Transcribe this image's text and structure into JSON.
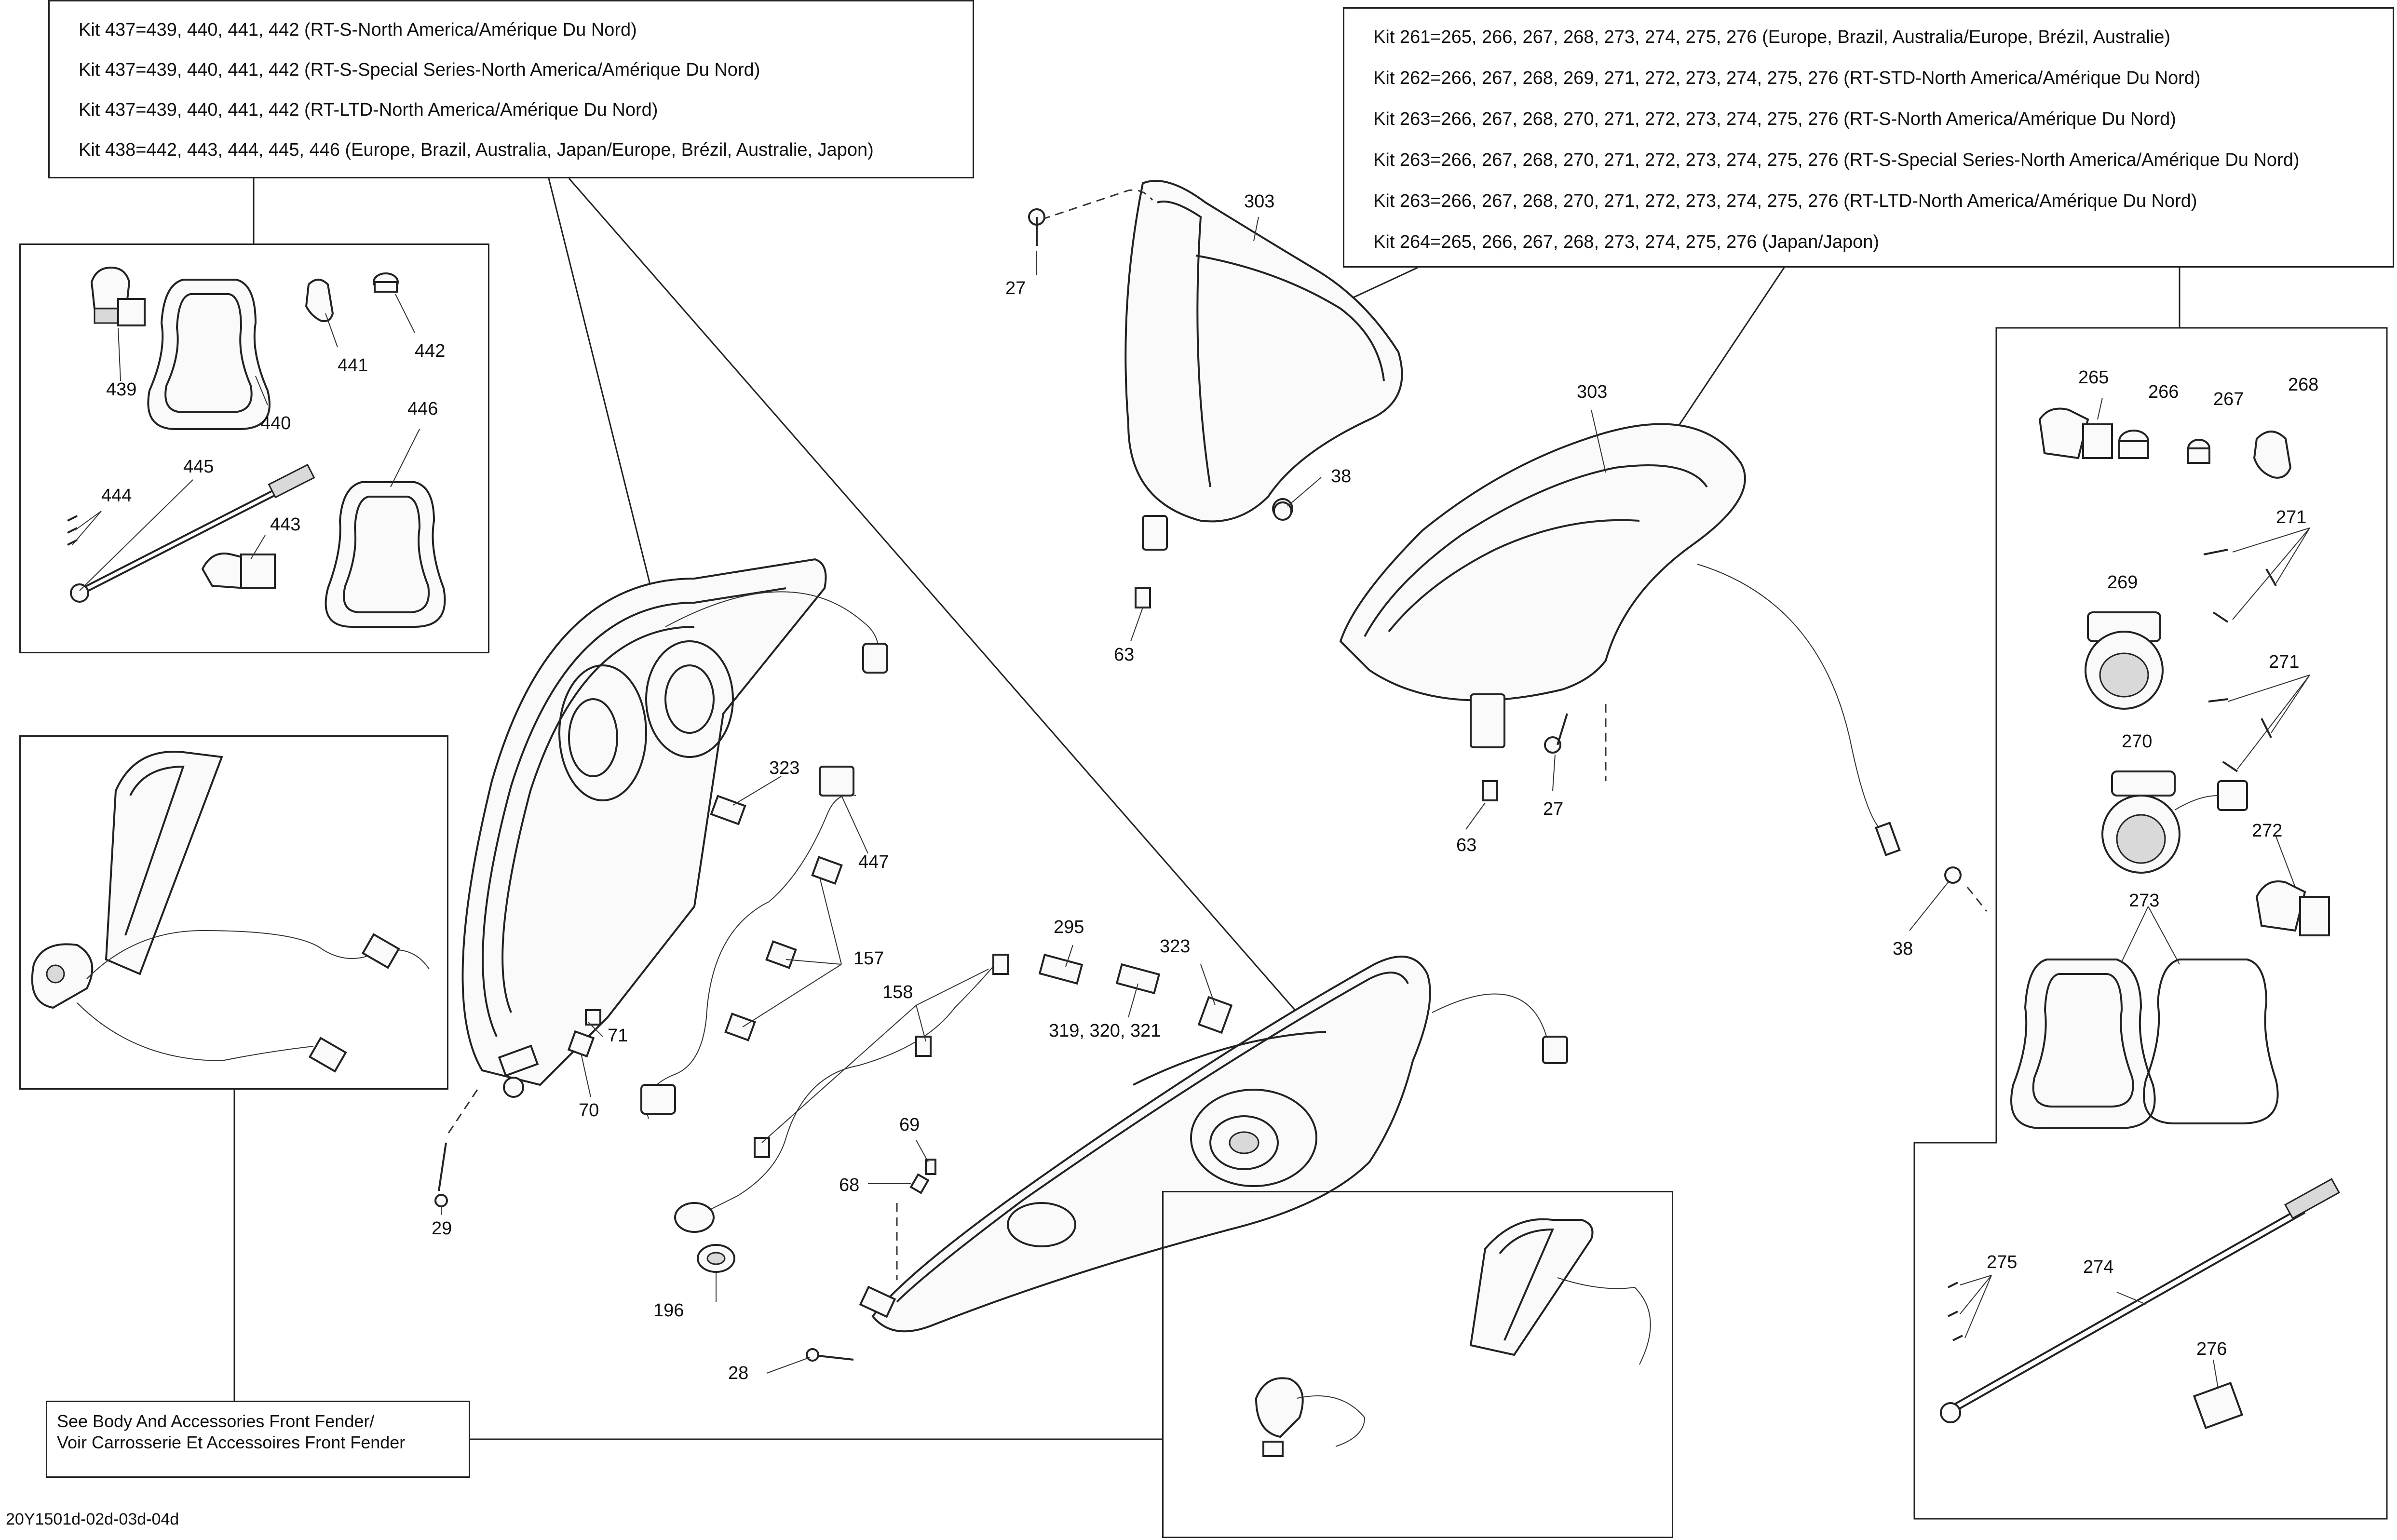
{
  "kit_boxes": {
    "left": [
      "Kit 437=439, 440, 441, 442 (RT-S-North America/Amérique Du Nord)",
      "Kit 437=439, 440, 441, 442 (RT-S-Special Series-North America/Amérique Du Nord)",
      "Kit 437=439, 440, 441, 442 (RT-LTD-North America/Amérique Du Nord)",
      "Kit 438=442, 443, 444, 445, 446 (Europe, Brazil, Australia, Japan/Europe, Brézil, Australie, Japon)"
    ],
    "right": [
      "Kit 261=265, 266, 267, 268, 273, 274, 275, 276 (Europe, Brazil, Australia/Europe, Brézil, Australie)",
      "Kit 262=266, 267, 268, 269, 271, 272, 273, 274, 275, 276 (RT-STD-North America/Amérique Du Nord)",
      "Kit 263=266, 267, 268, 270, 271, 272, 273, 274, 275, 276 (RT-S-North America/Amérique Du Nord)",
      "Kit 263=266, 267, 268, 270, 271, 272, 273, 274, 275, 276 (RT-S-Special Series-North America/Amérique Du Nord)",
      "Kit 263=266, 267, 268, 270, 271, 272, 273, 274, 275, 276 (RT-LTD-North America/Amérique Du Nord)",
      "Kit 264=265, 266, 267, 268, 273, 274, 275, 276 (Japan/Japon)"
    ]
  },
  "note": {
    "line1": "See Body And Accessories Front Fender/",
    "line2": "Voir Carrosserie Et Accessoires Front Fender"
  },
  "footer_code": "20Y1501d-02d-03d-04d",
  "callouts": {
    "p439": "439",
    "p440": "440",
    "p441": "441",
    "p442": "442",
    "p443": "443",
    "p444": "444",
    "p445": "445",
    "p446": "446",
    "p27a": "27",
    "p27b": "27",
    "p303a": "303",
    "p303b": "303",
    "p38a": "38",
    "p38b": "38",
    "p63a": "63",
    "p63b": "63",
    "p323a": "323",
    "p323b": "323",
    "p447": "447",
    "p157": "157",
    "p158": "158",
    "p295": "295",
    "p319": "319, 320, 321",
    "p71": "71",
    "p70": "70",
    "p29": "29",
    "p69": "69",
    "p68": "68",
    "p196": "196",
    "p28": "28",
    "p265": "265",
    "p266": "266",
    "p267": "267",
    "p268": "268",
    "p269": "269",
    "p270": "270",
    "p271a": "271",
    "p271b": "271",
    "p272": "272",
    "p273": "273",
    "p274": "274",
    "p275": "275",
    "p276": "276"
  }
}
